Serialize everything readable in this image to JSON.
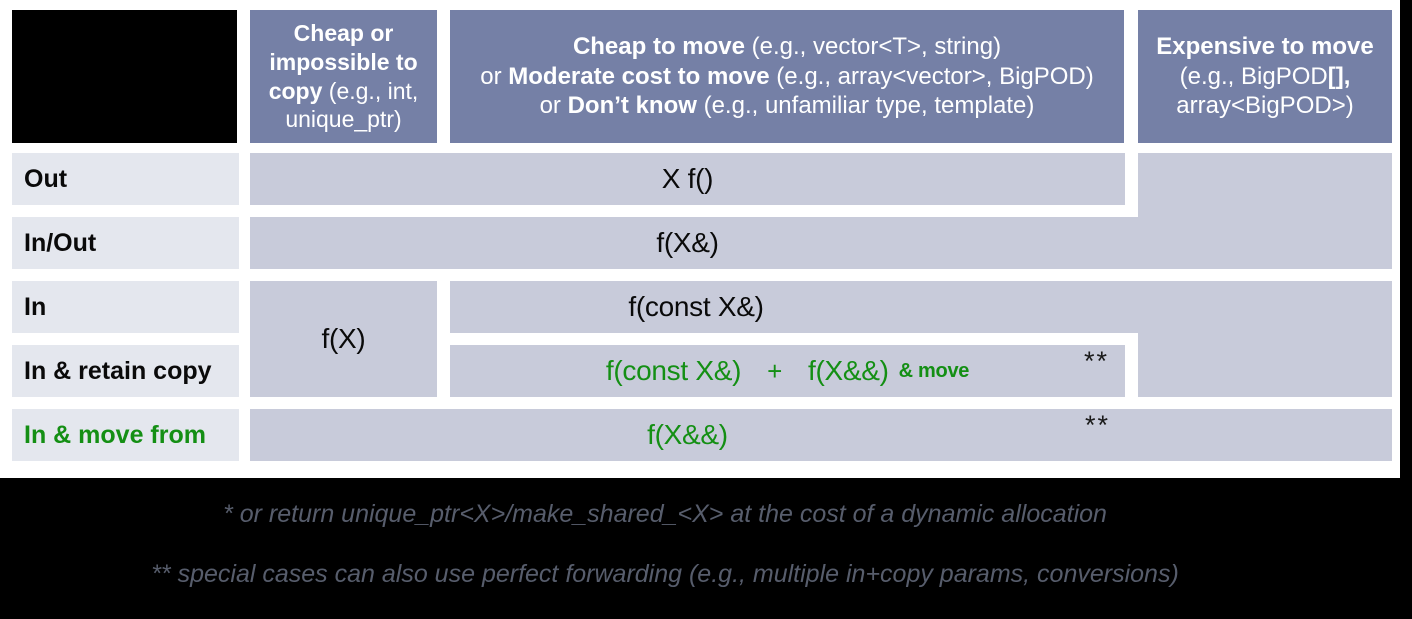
{
  "colors": {
    "header_bg": "#7580A6",
    "cell_bg": "#C8CBDA",
    "label_bg": "#E4E7EE",
    "green": "#148F14",
    "footnote_text": "#575D6C",
    "background": "#ffffff",
    "band": "#000000"
  },
  "headers": {
    "col1": {
      "bold": "Cheap or impossible to copy",
      "rest": " (e.g., int, unique_ptr)"
    },
    "col2": {
      "l1b": "Cheap to move",
      "l1r": " (e.g., vector<T>, string)",
      "l2p": "or ",
      "l2b": "Moderate cost to move",
      "l2r": " (e.g., array<vector>, BigPOD)",
      "l3p": "or ",
      "l3b": "Don’t know",
      "l3r": " (e.g., unfamiliar type, template)"
    },
    "col3": {
      "l1b": "Expensive to move",
      "l2r": "(e.g., BigPOD",
      "l2b": "[],",
      "l3r": "array<BigPOD>)"
    }
  },
  "rows": {
    "out": "Out",
    "inout": "In/Out",
    "in": "In",
    "retain": "In & retain copy",
    "movefrom": "In & move from"
  },
  "cells": {
    "out": "X f()",
    "inout": "f(X&)",
    "byvalue": "f(X)",
    "in": "f(const X&)",
    "retain": {
      "a": "f(const X&)",
      "plus": "+",
      "b": "f(X&&)",
      "suffix": "& move",
      "stars": "**"
    },
    "movefrom": {
      "text": "f(X&&)",
      "stars": "**"
    }
  },
  "footnotes": {
    "line1": "* or return unique_ptr<X>/make_shared_<X> at the cost of a dynamic allocation",
    "line2": "** special cases can also use perfect forwarding (e.g., multiple in+copy params, conversions)"
  }
}
